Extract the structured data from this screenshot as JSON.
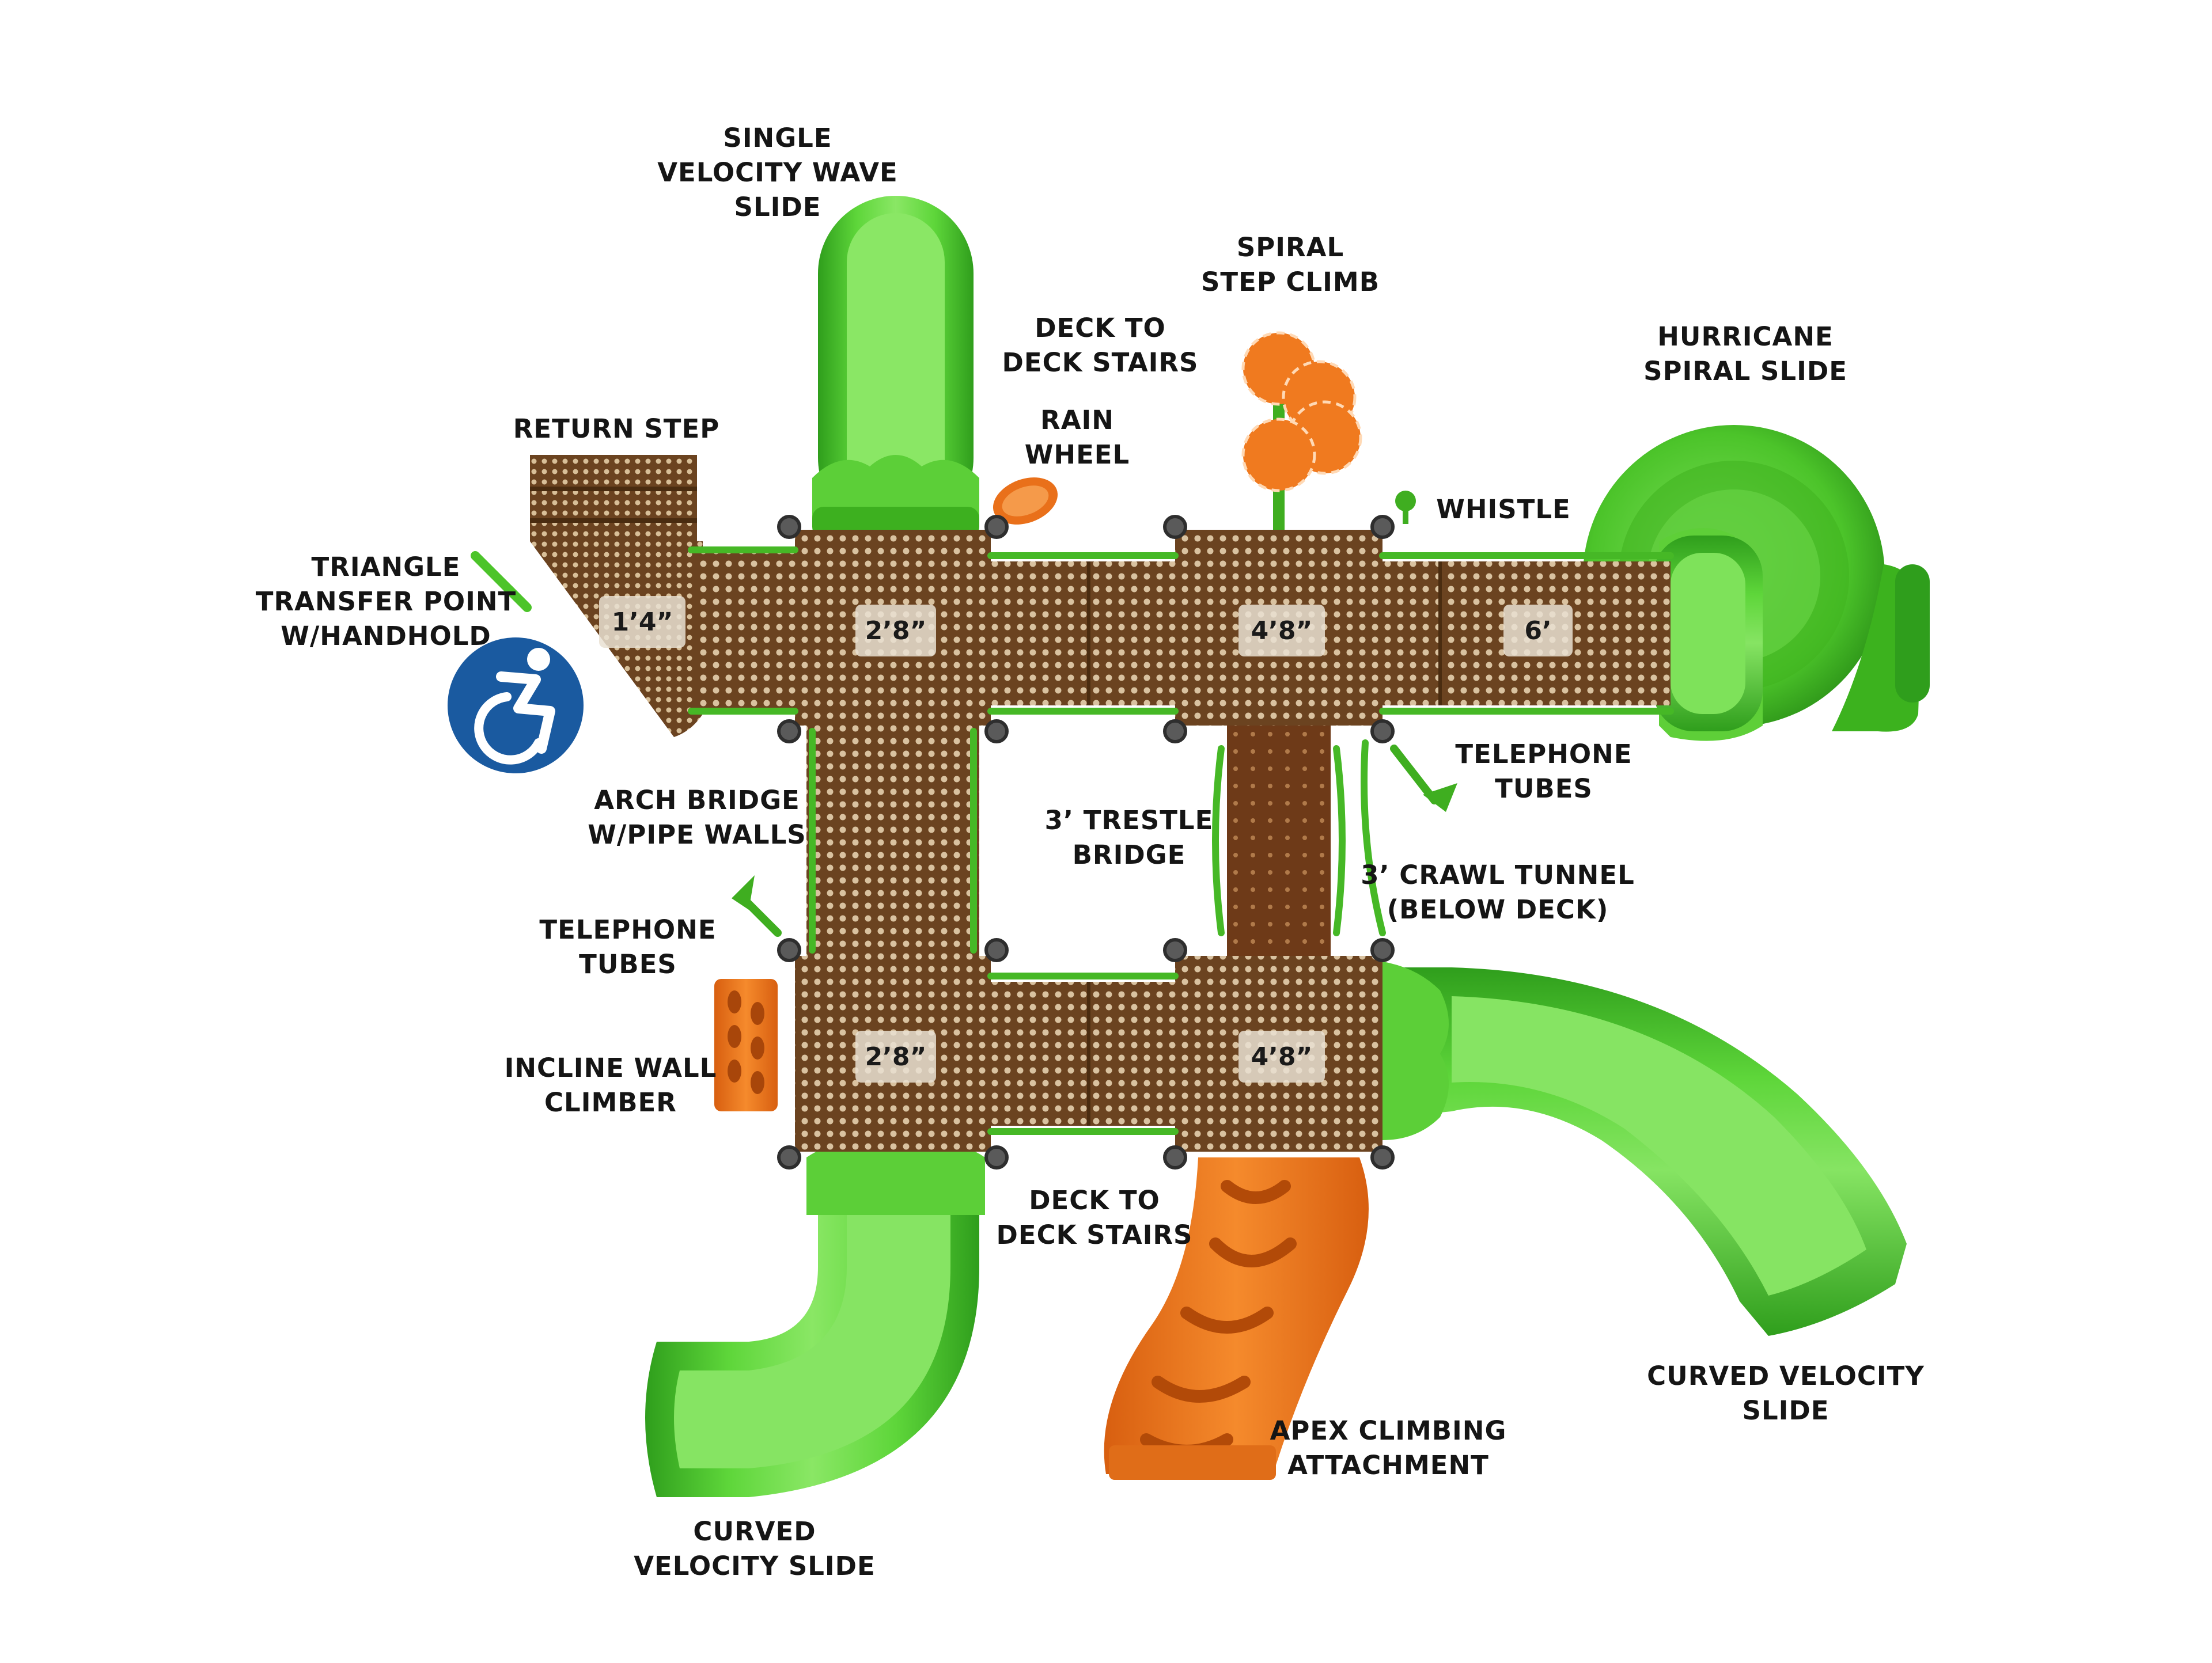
{
  "colors": {
    "slide_green": "#4ccb2a",
    "slide_green_light": "#7be05a",
    "slide_green_dark": "#2e9a19",
    "deck_brown": "#6b4320",
    "deck_hole": "#d9c2a0",
    "climber_orange": "#f07a1f",
    "accessibility_blue": "#1a5aa0",
    "height_tag": "#e9e0d2"
  },
  "labels": {
    "single_velocity_wave_slide": "SINGLE\nVELOCITY WAVE\nSLIDE",
    "deck_to_deck_stairs_top": "DECK TO\nDECK STAIRS",
    "rain_wheel": "RAIN\nWHEEL",
    "spiral_step_climb": "SPIRAL\nSTEP CLIMB",
    "hurricane_spiral_slide": "HURRICANE\nSPIRAL SLIDE",
    "whistle": "WHISTLE",
    "return_step": "RETURN STEP",
    "triangle_transfer_point": "TRIANGLE\nTRANSFER POINT\nW/HANDHOLD",
    "telephone_tubes_right": "TELEPHONE\nTUBES",
    "arch_bridge": "ARCH BRIDGE\nW/PIPE WALLS",
    "trestle_bridge": "3’ TRESTLE\nBRIDGE",
    "crawl_tunnel": "3’ CRAWL TUNNEL\n(BELOW DECK)",
    "telephone_tubes_left": "TELEPHONE\nTUBES",
    "incline_wall_climber": "INCLINE WALL\nCLIMBER",
    "deck_to_deck_stairs_bottom": "DECK TO\nDECK STAIRS",
    "curved_velocity_slide_right": "CURVED VELOCITY\nSLIDE",
    "apex_climbing_attachment": "APEX CLIMBING\nATTACHMENT",
    "curved_velocity_slide_left": "CURVED\nVELOCITY SLIDE"
  },
  "deck_heights": {
    "transfer": "1’4”",
    "top_left": "2’8”",
    "top_right": "4’8”",
    "bridge_right": "6’",
    "bottom_left": "2’8”",
    "bottom_right": "4’8”"
  },
  "accessibility_icon": "wheelchair-icon"
}
